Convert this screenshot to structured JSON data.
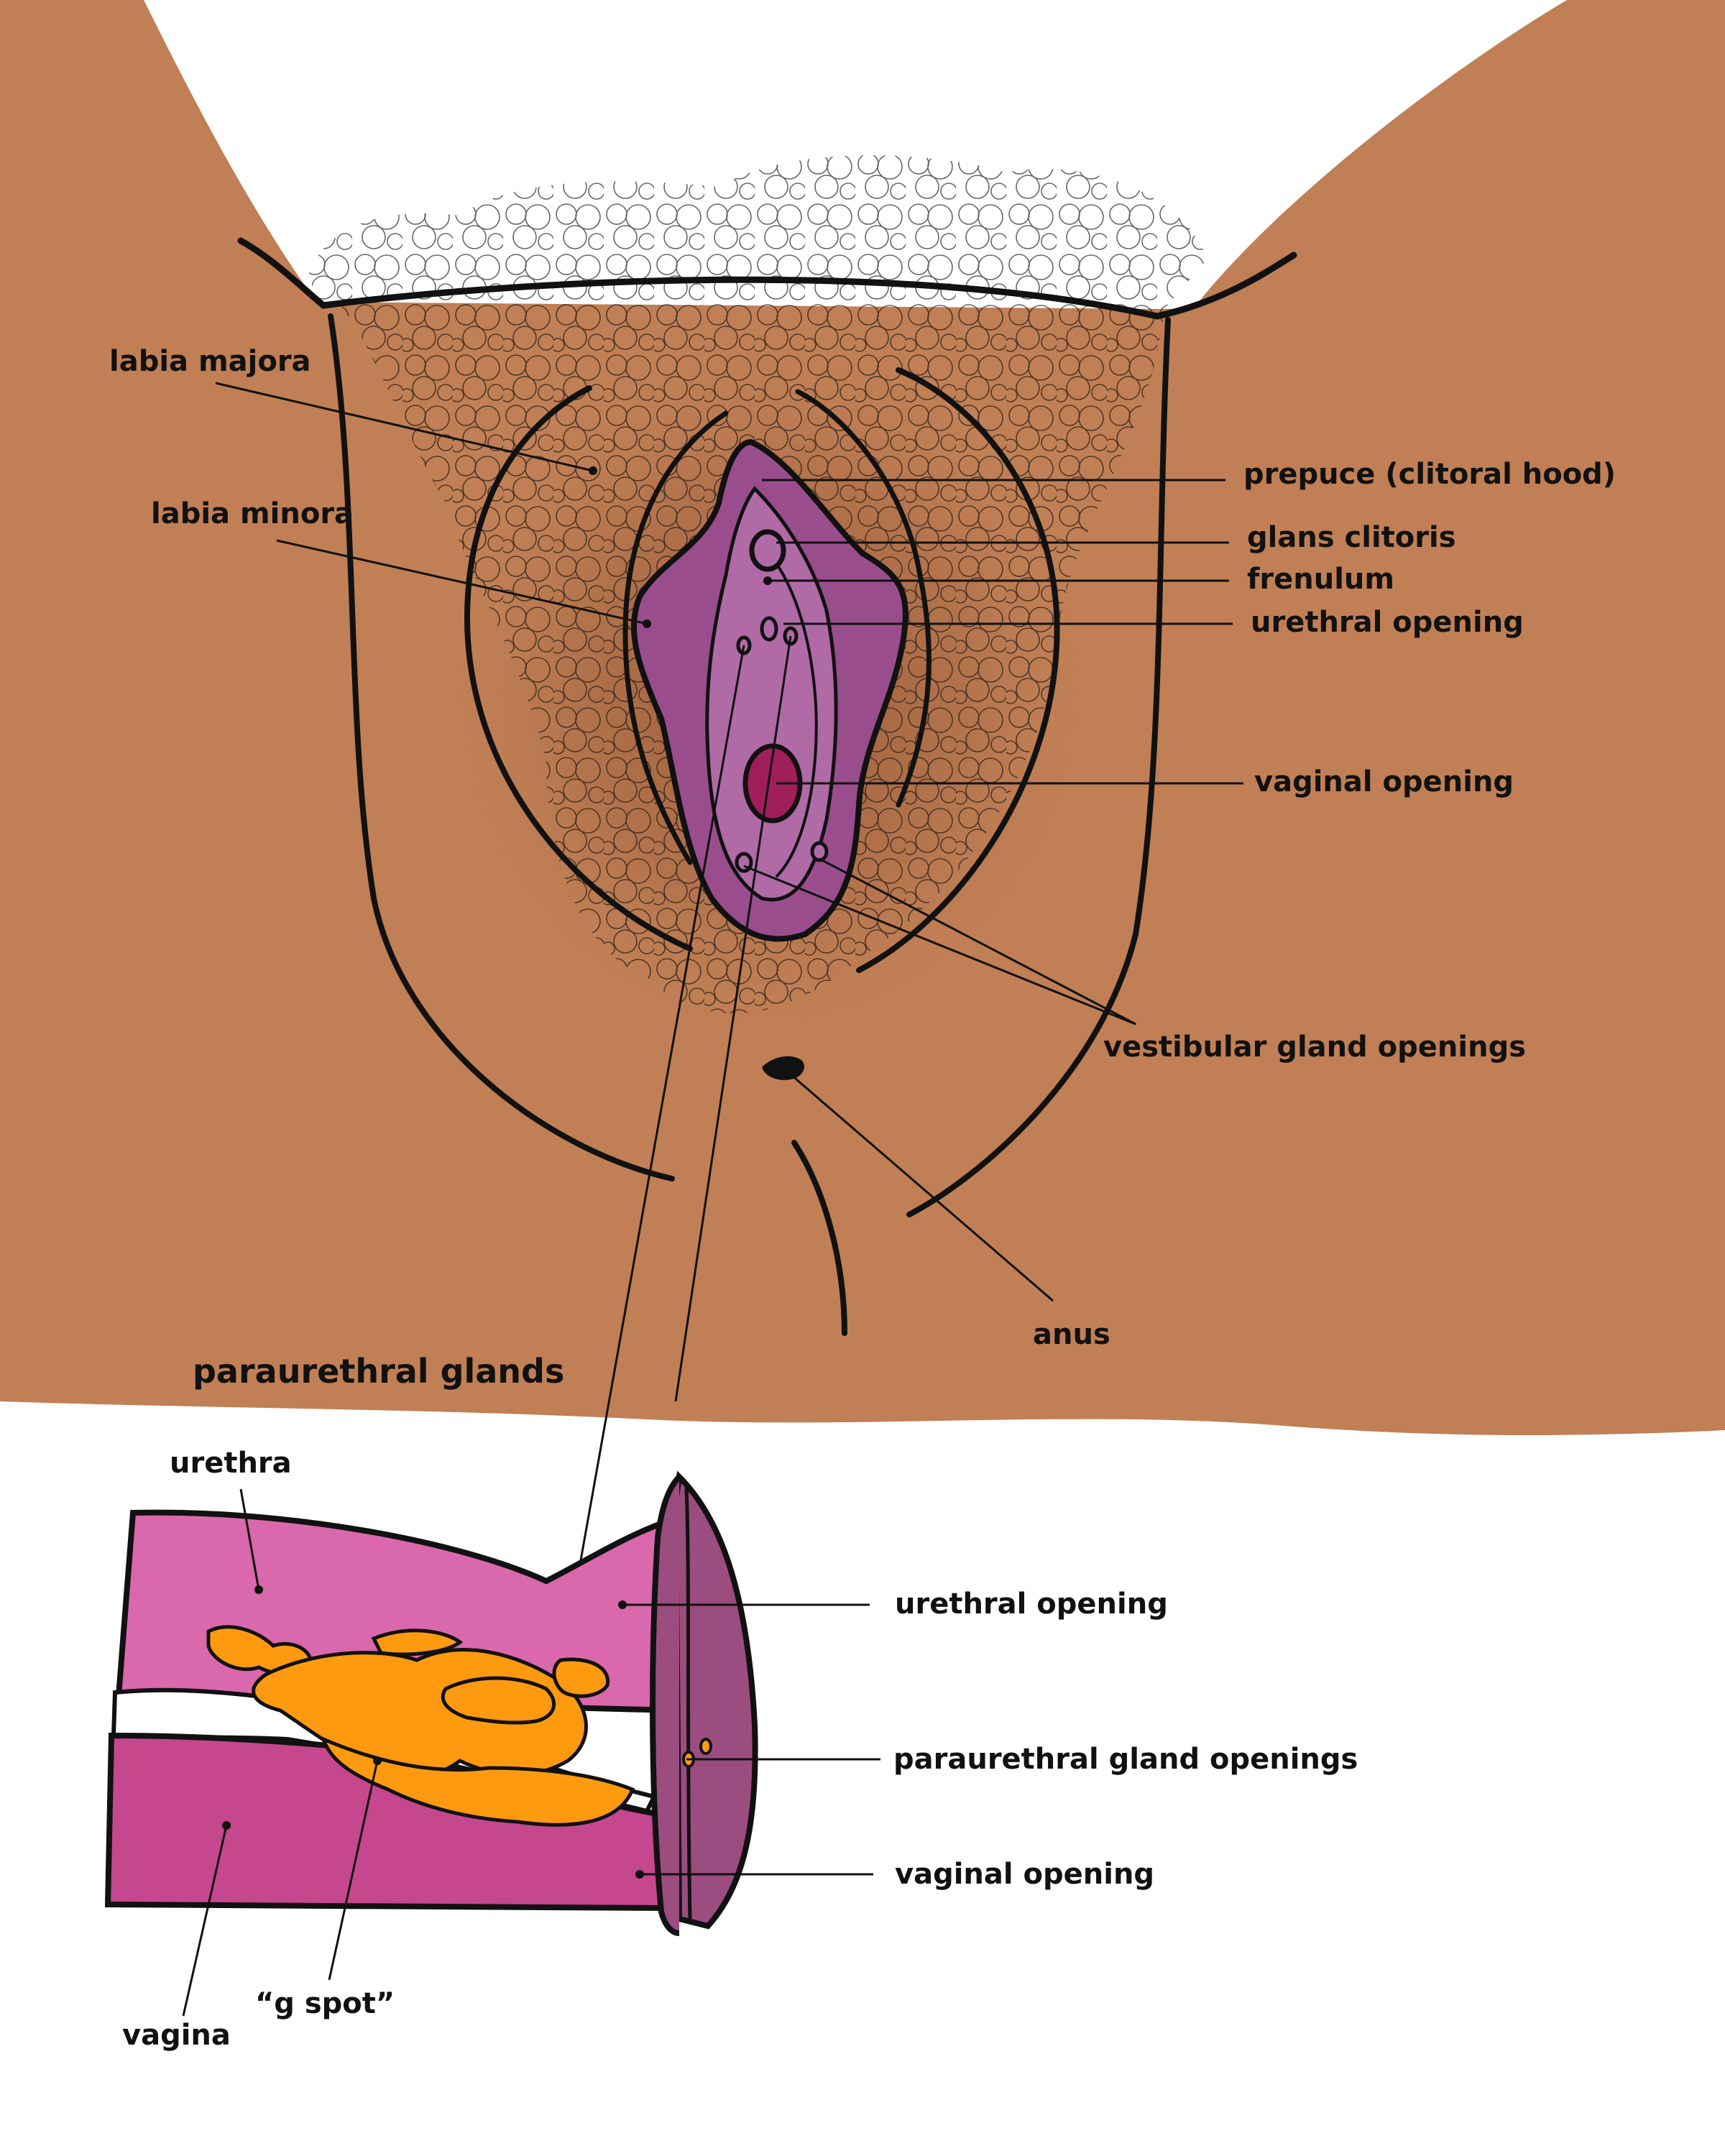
{
  "labels": {
    "labia_majora": "labia majora",
    "labia_minora": "labia minora",
    "prepuce": "prepuce (clitoral hood)",
    "glans_clitoris": "glans clitoris",
    "frenulum": "frenulum",
    "urethral_opening_top": "urethral opening",
    "vaginal_opening_top": "vaginal opening",
    "vestibular_gland_openings": "vestibular gland openings",
    "anus": "anus",
    "paraurethral_glands": "paraurethral glands",
    "urethra": "urethra",
    "urethral_opening_inset": "urethral opening",
    "paraurethral_gland_openings": "paraurethral gland openings",
    "vaginal_opening_inset": "vaginal opening",
    "vagina": "vagina",
    "g_spot": "“g spot”"
  },
  "colors": {
    "skin": "#c17f55",
    "skin_shadow": "#8a4f2e",
    "vulva": "#9a4d8c",
    "vulva_light": "#b06aa6",
    "vaginal_opening": "#a01e5a",
    "urethra_tissue": "#d968ac",
    "vagina_tissue": "#c5478e",
    "opening_face": "#9a4d7e",
    "gland": "#ff9a10",
    "outline": "#111111"
  }
}
